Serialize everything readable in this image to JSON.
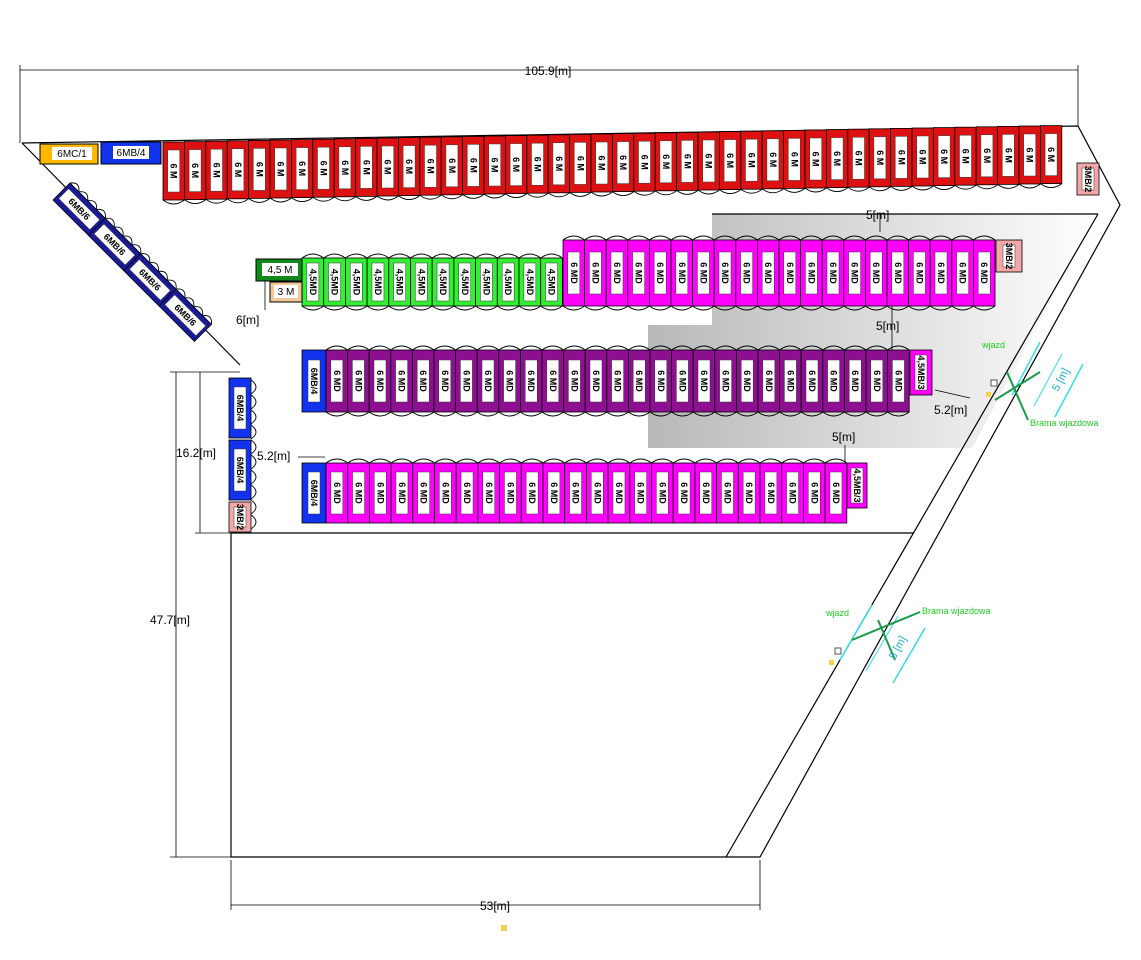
{
  "dimensions": {
    "top_width": "105.9[m]",
    "bottom_width": "53[m]",
    "left_height": "47.7[m]",
    "row_height": "16.2[m]",
    "gap_6": "6[m]",
    "gap_5_a": "5[m]",
    "gap_5_b": "5[m]",
    "gap_5_c": "5[m]",
    "gap_52_a": "5.2[m]",
    "gap_52_b": "5.2[m]"
  },
  "gates": {
    "entry_label": "wjazd",
    "gate_label": "Brama wjazdowa",
    "gate_width": "5 [m]"
  },
  "units": {
    "top_corner_yellow": "6MC/1",
    "top_corner_blue": "6MB/4",
    "red_unit": "6 M",
    "red_end": "3MB/2",
    "diag_blue": "6MB/6",
    "green_small": "4,5  M",
    "tan_small": "3 M",
    "green_unit": "4,5MD",
    "magenta_unit": "6 MD",
    "magenta_end": "3MB/2",
    "purple_start": "6MB/4",
    "purple_unit": "6 MD",
    "purple_end": "4,5MB/3",
    "left_col_top": "6MB/4",
    "left_col_mid": "6MB/4",
    "left_col_bottom": "3MB/2",
    "bottom_start": "6MB/4",
    "bottom_unit": "6 MD",
    "bottom_end": "4,5MB/3"
  },
  "colors": {
    "red": "#dd1111",
    "magenta": "#ff00ff",
    "purple": "#8e0f92",
    "green": "#33ee33",
    "dark_green": "#11881b",
    "blue": "#1133ee",
    "navy": "#1a1a9a",
    "yellow": "#ffb800",
    "pink": "#f2a8a8",
    "tan": "#f2c79a",
    "gate_green": "#22cc22",
    "gate_cyan": "#33ddee"
  }
}
